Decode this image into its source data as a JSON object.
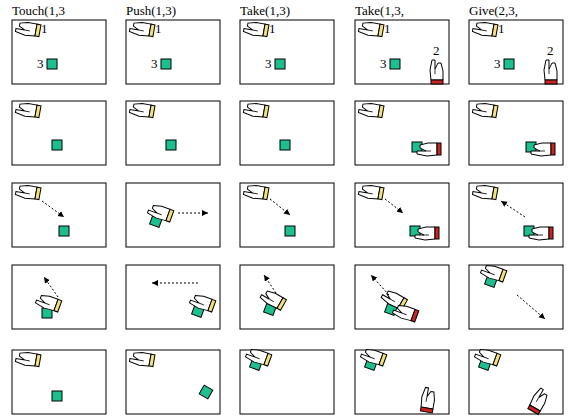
{
  "diagram": {
    "labels": [
      "Touch(1,3",
      "Push(1,3)",
      "Take(1,3)",
      "Take(1,3,",
      "Give(2,3,",
      "1",
      "3",
      "1",
      "3",
      "1",
      "3",
      "1",
      "2",
      "3",
      "1",
      "2",
      "3"
    ]
  }
}
